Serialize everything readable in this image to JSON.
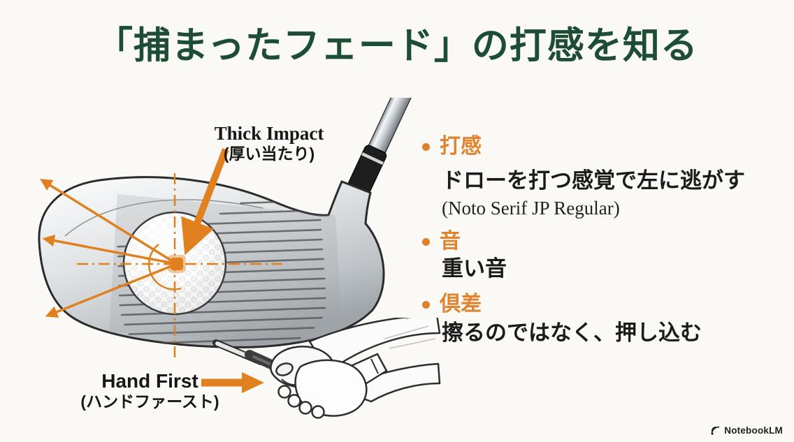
{
  "page": {
    "background": "#FAF9F5",
    "accent_orange": "#E0812A",
    "title_green": "#1D4D34",
    "text_color": "#1A1A1A"
  },
  "title": "「捕まったフェード」の打感を知る",
  "diagram": {
    "impact_label_en": "Thick Impact",
    "impact_label_ja": "(厚い当たり)",
    "hand_label_en": "Hand First",
    "hand_label_ja": "(ハンドファースト)"
  },
  "bullets": [
    {
      "heading": "打感",
      "lines": [
        "ドローを打つ感覚で左に逃がす",
        "(Noto Serif JP Regular)"
      ]
    },
    {
      "heading": "音",
      "lines": [
        "重い音"
      ]
    },
    {
      "heading": "倶差",
      "lines": [
        "擦るのではなく、押し込む"
      ]
    }
  ],
  "footer": {
    "brand": "NotebookLM"
  }
}
